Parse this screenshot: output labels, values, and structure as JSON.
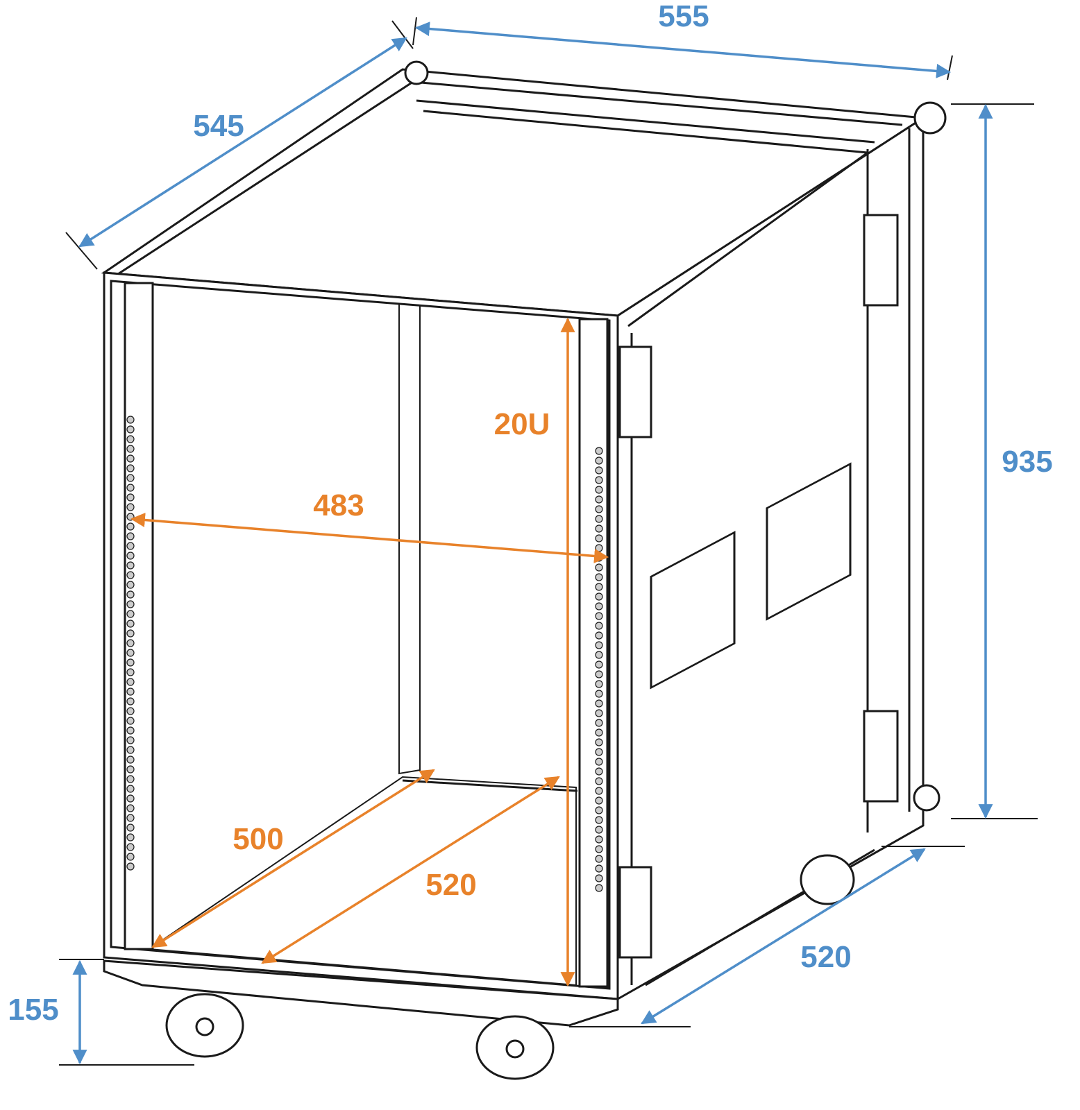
{
  "colors": {
    "outer_dimension": "#4f8ec9",
    "inner_dimension": "#e8822a",
    "line": "#1a1a1a"
  },
  "outer_dimensions": {
    "depth_top": "545",
    "width_top": "555",
    "height": "935",
    "depth_bottom": "520",
    "caster_height": "155"
  },
  "inner_dimensions": {
    "rack_units": "20U",
    "rack_width": "483",
    "inner_depth_rails": "500",
    "inner_depth": "520"
  }
}
